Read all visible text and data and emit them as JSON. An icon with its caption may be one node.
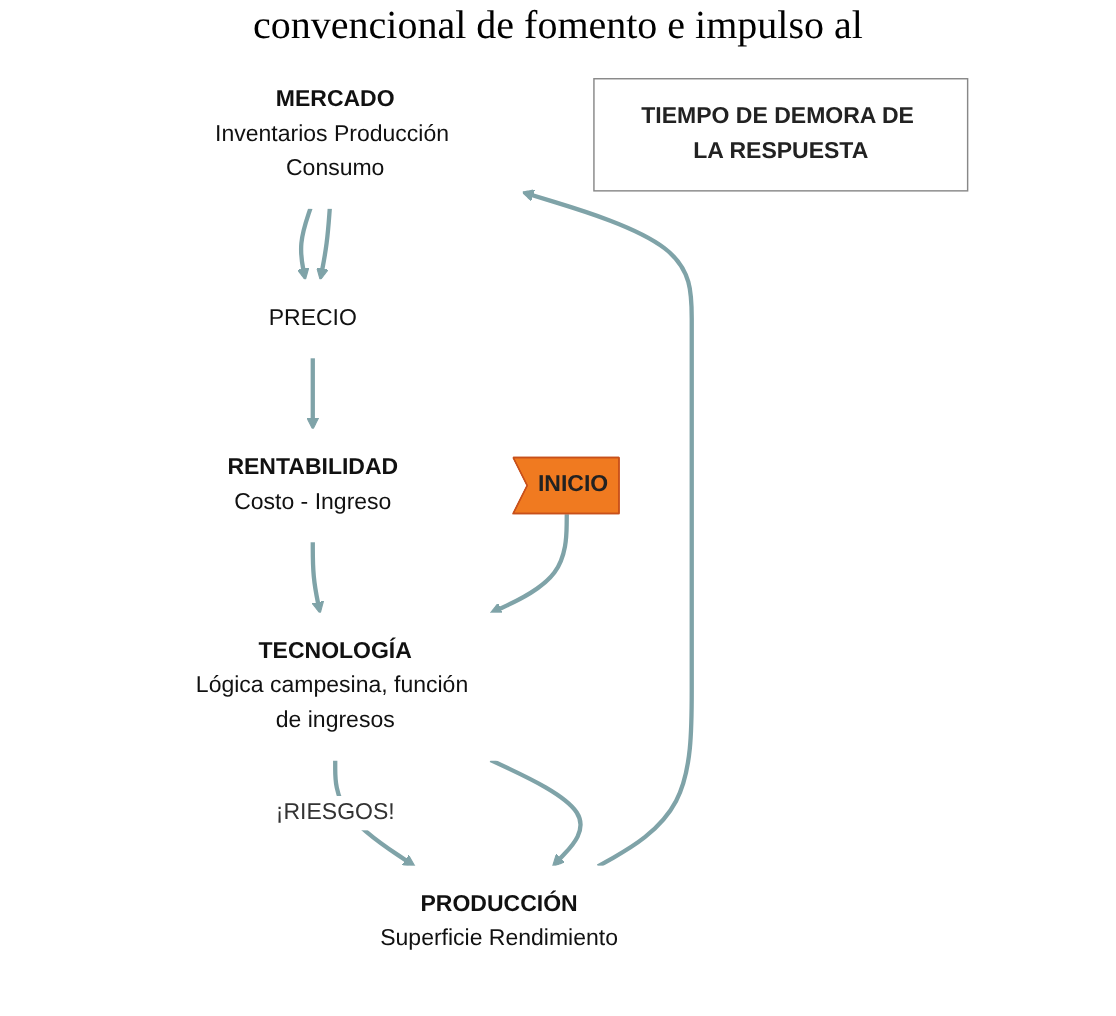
{
  "diagram": {
    "nodes": [
      {
        "text": [
          "MERCADO",
          "Inventarios Producción Consumo"
        ]
      },
      {
        "text": [
          "PRECIO"
        ]
      },
      {
        "text": [
          "RENTABILIDAD",
          "Costo - Ingreso"
        ]
      },
      {
        "text": [
          "PRODUCCIÓN",
          "Superficie Rendimiento"
        ]
      },
      {
        "text": [
          "INICIO"
        ]
      },
      {
        "text": [
          "TECNOLOGÍA",
          "Lógica campesina, función de ingresos"
        ]
      },
      {
        "text": [
          "TIEMPO DE DEMORA DE LA RESPUESTA"
        ]
      }
    ],
    "edges": [
      {
        "from": 0,
        "to": 1,
        "arrow": "to"
      },
      {
        "from": 0,
        "to": 1,
        "arrow": "to"
      },
      {
        "from": 1,
        "to": 2,
        "arrow": "to"
      },
      {
        "from": 2,
        "to": 5,
        "arrow": "to"
      },
      {
        "from": 4,
        "to": 5,
        "arrow": "to"
      },
      {
        "from": 5,
        "to": 3,
        "arrow": "to",
        "label": "¡RIESGOS!"
      },
      {
        "from": 5,
        "to": 3,
        "arrow": "to"
      },
      {
        "from": 3,
        "to": 0,
        "arrow": "to"
      }
    ],
    "labels": [
      "convencional de fomento e impulso al"
    ]
  }
}
